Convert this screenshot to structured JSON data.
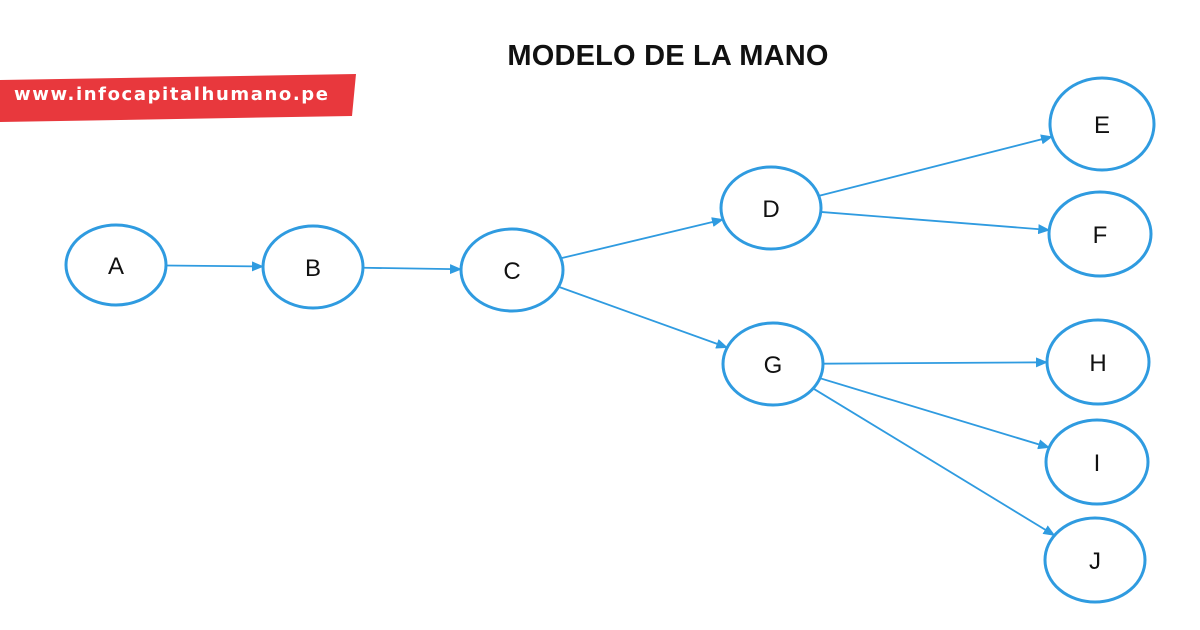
{
  "title": "MODELO DE LA MANO",
  "watermark": "www.infocapitalhumano.pe",
  "colors": {
    "edge": "#2f9be0",
    "node_stroke": "#2f9be0",
    "banner": "#e8383d",
    "text": "#111111"
  },
  "nodes": [
    {
      "id": "A",
      "label": "A"
    },
    {
      "id": "B",
      "label": "B"
    },
    {
      "id": "C",
      "label": "C"
    },
    {
      "id": "D",
      "label": "D"
    },
    {
      "id": "E",
      "label": "E"
    },
    {
      "id": "F",
      "label": "F"
    },
    {
      "id": "G",
      "label": "G"
    },
    {
      "id": "H",
      "label": "H"
    },
    {
      "id": "I",
      "label": "I"
    },
    {
      "id": "J",
      "label": "J"
    }
  ],
  "edges": [
    {
      "from": "A",
      "to": "B"
    },
    {
      "from": "B",
      "to": "C"
    },
    {
      "from": "C",
      "to": "D"
    },
    {
      "from": "C",
      "to": "G"
    },
    {
      "from": "D",
      "to": "E"
    },
    {
      "from": "D",
      "to": "F"
    },
    {
      "from": "G",
      "to": "H"
    },
    {
      "from": "G",
      "to": "I"
    },
    {
      "from": "G",
      "to": "J"
    }
  ]
}
